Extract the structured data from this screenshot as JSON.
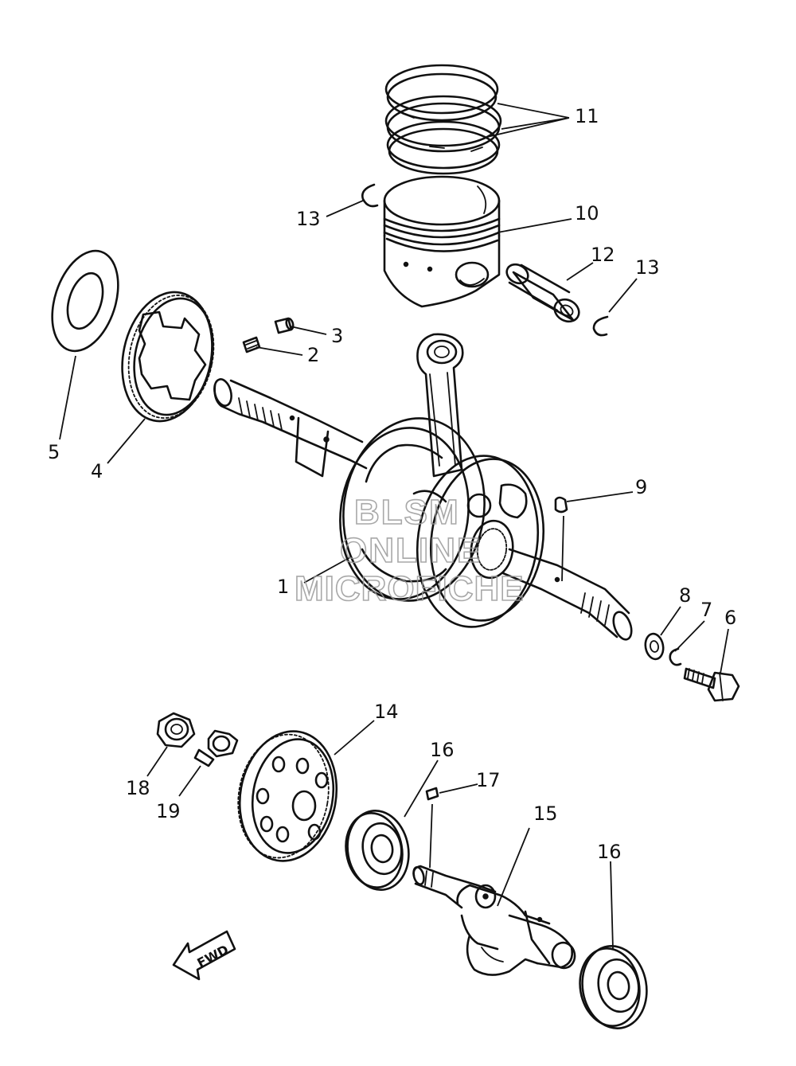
{
  "callouts": [
    {
      "id": "c1",
      "label": "1"
    },
    {
      "id": "c2",
      "label": "2"
    },
    {
      "id": "c3",
      "label": "3"
    },
    {
      "id": "c4",
      "label": "4"
    },
    {
      "id": "c5",
      "label": "5"
    },
    {
      "id": "c6",
      "label": "6"
    },
    {
      "id": "c7",
      "label": "7"
    },
    {
      "id": "c8",
      "label": "8"
    },
    {
      "id": "c9",
      "label": "9"
    },
    {
      "id": "c10",
      "label": "10"
    },
    {
      "id": "c11",
      "label": "11"
    },
    {
      "id": "c12",
      "label": "12"
    },
    {
      "id": "c13a",
      "label": "13"
    },
    {
      "id": "c13b",
      "label": "13"
    },
    {
      "id": "c14",
      "label": "14"
    },
    {
      "id": "c15",
      "label": "15"
    },
    {
      "id": "c16a",
      "label": "16"
    },
    {
      "id": "c16b",
      "label": "16"
    },
    {
      "id": "c17",
      "label": "17"
    },
    {
      "id": "c18",
      "label": "18"
    },
    {
      "id": "c19",
      "label": "19"
    }
  ],
  "watermark": {
    "line1": "BLSM",
    "line2": "ONLINE",
    "line3": "MICROFICHE"
  },
  "direction_arrow": {
    "label": "FWD",
    "icon": "fwd-arrow-icon"
  }
}
